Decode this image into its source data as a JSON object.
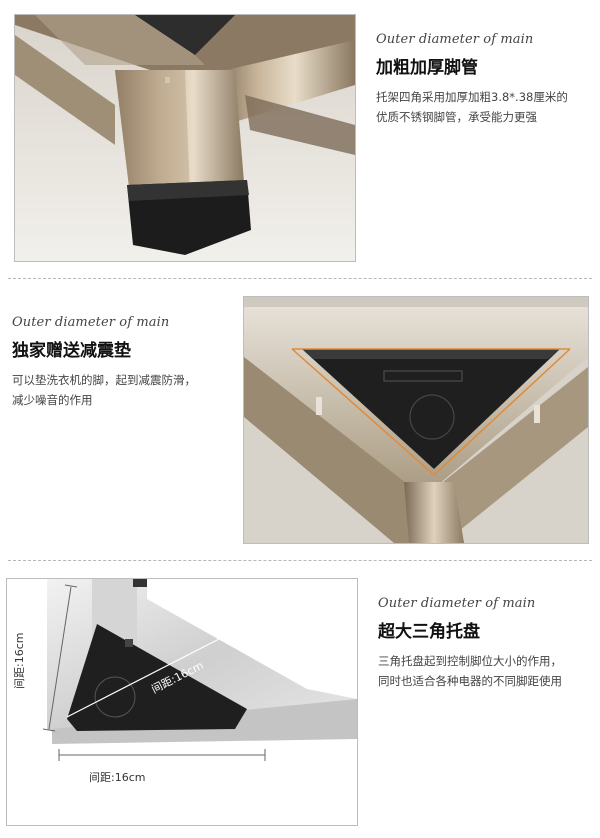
{
  "sections": [
    {
      "script_title": "Outer diameter of main",
      "heading": "加粗加厚脚管",
      "desc_lines": [
        "托架四角采用加厚加粗3.8*.38厘米的",
        "优质不锈钢脚管，承受能力更强"
      ]
    },
    {
      "script_title": "Outer diameter of main",
      "heading": "独家赠送减震垫",
      "desc_lines": [
        "可以垫洗衣机的脚，起到减震防滑，",
        "减少噪音的作用"
      ]
    },
    {
      "script_title": "Outer diameter of main",
      "heading": "超大三角托盘",
      "desc_lines": [
        "三角托盘起到控制脚位大小的作用，",
        "同时也适合各种电器的不同脚距使用"
      ],
      "dimensions": {
        "vertical": "间距:16cm",
        "diagonal": "间距:16cm",
        "horizontal": "间距:16cm"
      }
    }
  ]
}
